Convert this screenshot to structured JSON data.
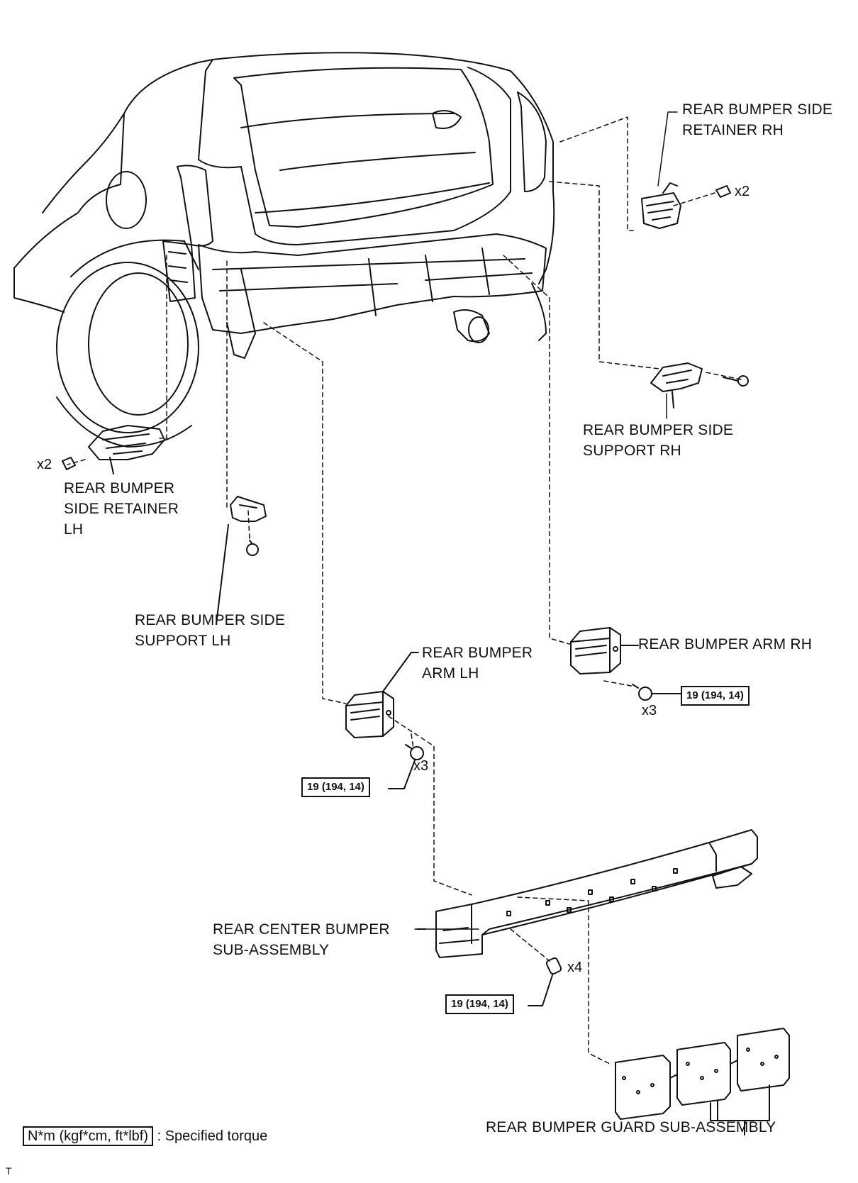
{
  "labels": {
    "retainer_rh": "REAR BUMPER SIDE\nRETAINER RH",
    "support_rh": "REAR BUMPER SIDE\nSUPPORT RH",
    "retainer_lh": "REAR BUMPER\nSIDE RETAINER\nLH",
    "support_lh": "REAR BUMPER SIDE\nSUPPORT LH",
    "arm_lh": "REAR BUMPER\nARM LH",
    "arm_rh": "REAR BUMPER ARM RH",
    "center_bumper": "REAR CENTER BUMPER\nSUB-ASSEMBLY",
    "guard": "REAR BUMPER GUARD SUB-ASSEMBLY"
  },
  "quantities": {
    "retainer_rh": "x2",
    "retainer_lh": "x2",
    "arm_lh": "x3",
    "arm_rh": "x3",
    "center_bumper": "x4"
  },
  "torque_specs": {
    "arm_lh": "19 (194, 14)",
    "arm_rh": "19 (194, 14)",
    "center_bumper": "19 (194, 14)"
  },
  "legend": {
    "unit_box": "N*m (kgf*cm, ft*lbf)",
    "description": ": Specified torque"
  },
  "corner_mark": "T"
}
